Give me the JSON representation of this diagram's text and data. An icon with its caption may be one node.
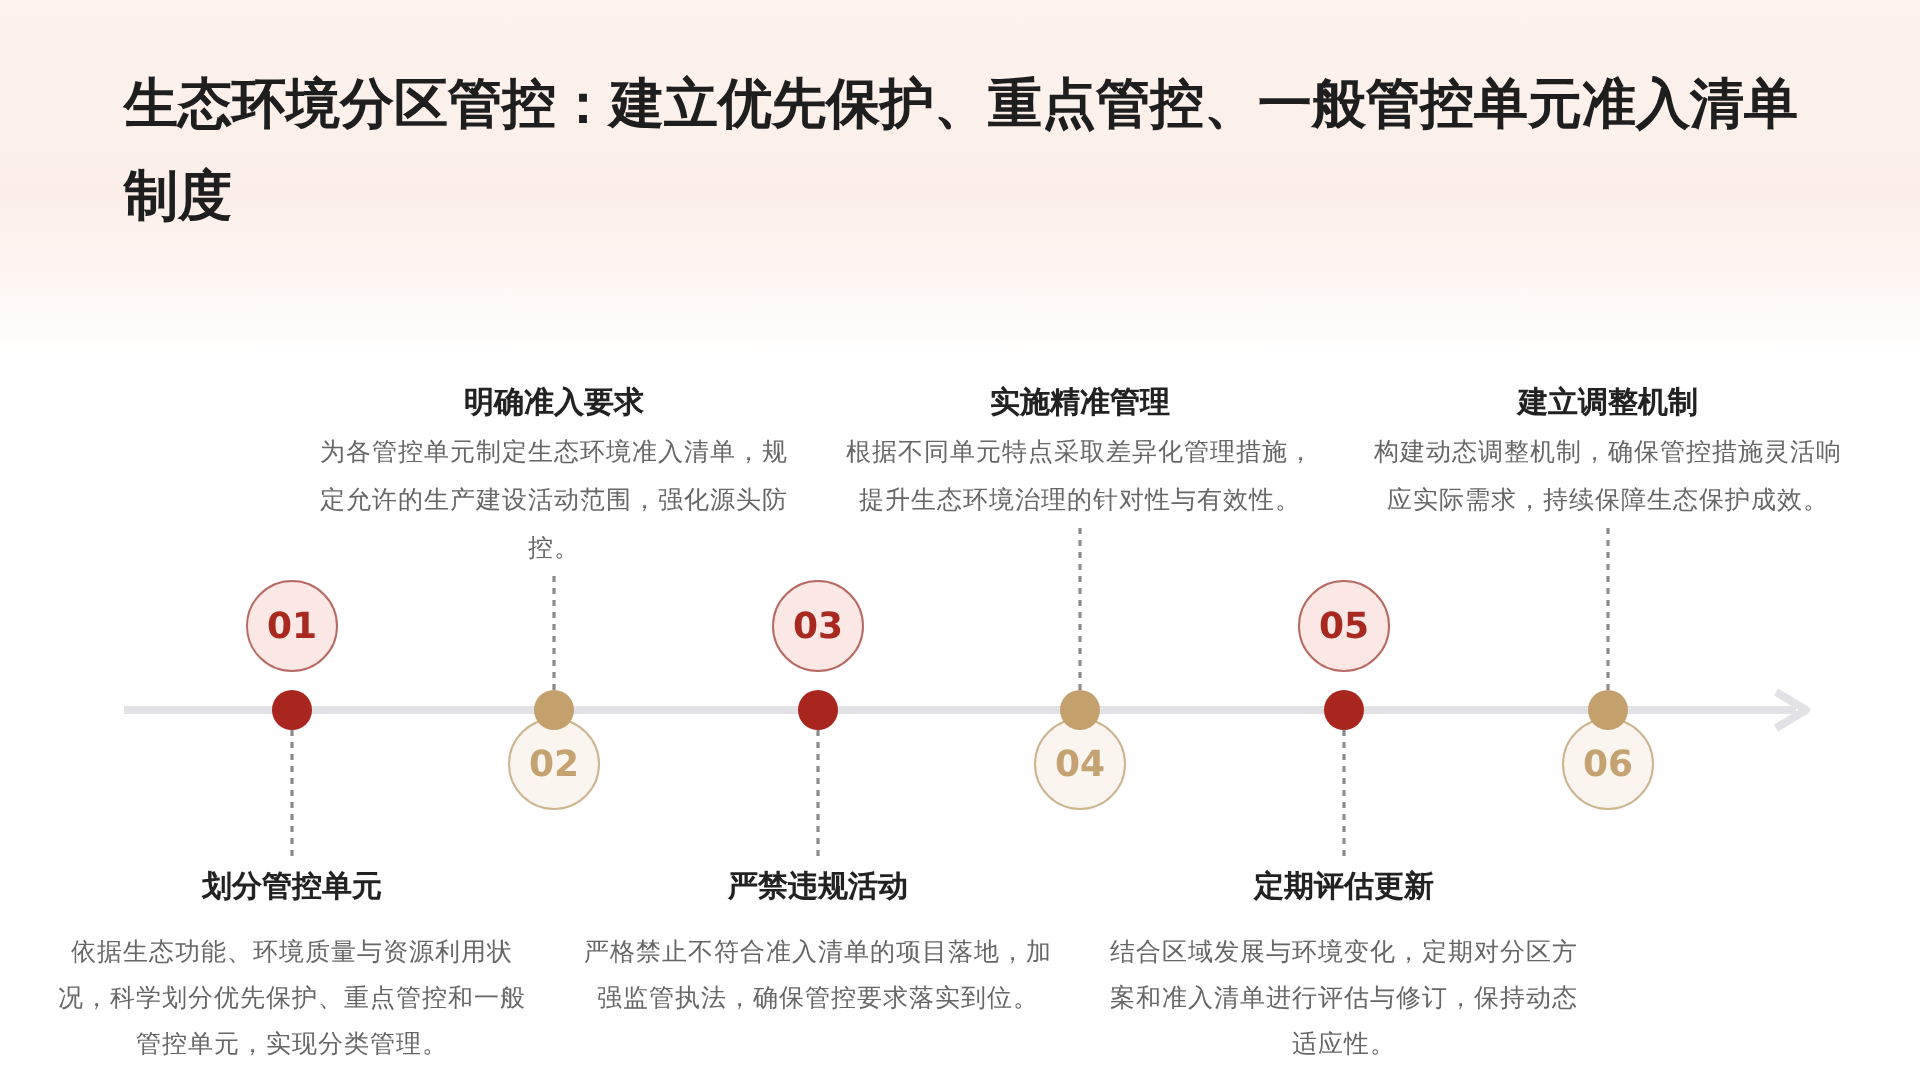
{
  "diagram": {
    "title": "生态环境分区管控：建立优先保护、重点管控、一般管控单元准入清单制度",
    "nodes": [
      {
        "text": [
          "01"
        ]
      },
      {
        "text": [],
        "shape": "circle"
      },
      {
        "text": [
          "划分管控单元",
          "依据生态功能、环境质量与资源利用状况，科学划分优先保护、重点管控和一般管控单元，实现分类管理。"
        ]
      },
      {
        "text": [
          "02"
        ]
      },
      {
        "text": [],
        "shape": "circle"
      },
      {
        "text": [
          "明确准入要求",
          "为各管控单元制定生态环境准入清单，规定允许的生产建设活动范围，强化源头防控。"
        ]
      },
      {
        "text": [
          "03"
        ]
      },
      {
        "text": [],
        "shape": "circle"
      },
      {
        "text": [
          "严禁违规活动",
          "严格禁止不符合准入清单的项目落地，加强监管执法，确保管控要求落实到位。"
        ]
      },
      {
        "text": [
          "04"
        ]
      },
      {
        "text": [],
        "shape": "circle"
      },
      {
        "text": [
          "实施精准管理",
          "根据不同单元特点采取差异化管理措施，提升生态环境治理的针对性与有效性。"
        ]
      },
      {
        "text": [
          "05"
        ]
      },
      {
        "text": [],
        "shape": "circle"
      },
      {
        "text": [
          "定期评估更新",
          "结合区域发展与环境变化，定期对分区方案和准入清单进行评估与修订，保持动态适应性。"
        ]
      },
      {
        "text": [
          "06"
        ]
      },
      {
        "text": [],
        "shape": "circle"
      },
      {
        "text": [
          "建立调整机制",
          "构建动态调整机制，确保管控措施灵活响应实际需求，持续保障生态保护成效。"
        ]
      }
    ],
    "edges": [
      {
        "from": 1,
        "to": 2,
        "arrow": "none",
        "style": "dashed"
      },
      {
        "from": 4,
        "to": 5,
        "arrow": "none",
        "style": "dashed"
      },
      {
        "from": 7,
        "to": 8,
        "arrow": "none",
        "style": "dashed"
      },
      {
        "from": 10,
        "to": 11,
        "arrow": "none",
        "style": "dashed"
      },
      {
        "from": 13,
        "to": 14,
        "arrow": "none",
        "style": "dashed"
      },
      {
        "from": 16,
        "to": 17,
        "arrow": "none",
        "style": "dashed"
      }
    ]
  }
}
